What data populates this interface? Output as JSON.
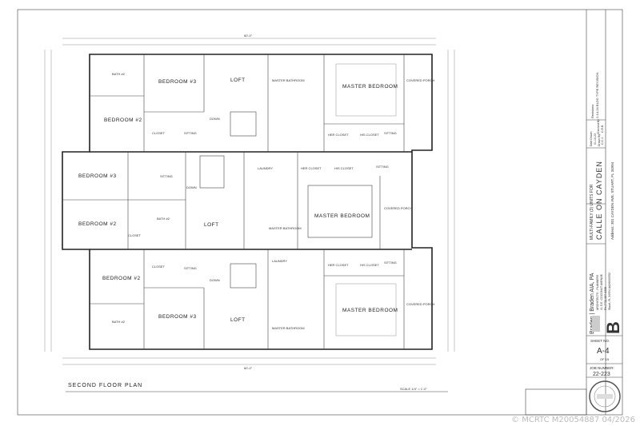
{
  "drawing": {
    "title": "SECOND FLOOR PLAN",
    "scale": "SCALE 1/4\" = 1'-0\"",
    "overall_dimension": "60'-0\""
  },
  "rooms": {
    "bedroom3": "BEDROOM #3",
    "bedroom2": "BEDROOM #2",
    "loft": "LOFT",
    "master_bedroom": "MASTER BEDROOM",
    "master_bathroom": "MASTER BATHROOM",
    "covered_porch": "COVERED PORCH",
    "bath2": "BATH #2",
    "closet": "CLOSET",
    "sitting": "SITTING",
    "laundry": "LAUNDRY",
    "her_closet": "HER CLOSET",
    "his_closet": "HIS CLOSET",
    "down": "DOWN"
  },
  "title_block": {
    "revisions_label": "Revisions",
    "revision_1": "2-14-24 BLDG TYPE REVISION",
    "date_drawn_label": "Date Drawn",
    "date_drawn": "01-10-23",
    "drawn_by_label": "Drawn By",
    "drawn_by": "C.C.J.",
    "checked_by_label": "Checked By",
    "checked_by": "C.R.B.",
    "project_line1": "MULTI-FAMILY (3) UNITS FOR",
    "project_name": "CALLE ON CAYDEN",
    "address": "Address: 301 CAYDEN AVE, STUART, FL 34994",
    "firm_name": "Braden | Braden AIA, PA",
    "firm_sub": "ARCHITECTS - PLANNERS",
    "firm_address": "41 S.E. COCONUT AVENUE",
    "firm_phone": "Ph (772) 287-6335",
    "firm_city": "Stuart, FL 34994  AA26000952",
    "logo_letter": "B",
    "sheet_no_label": "SHEET NO.",
    "sheet_no": "A-4",
    "sheet_of": "OF 15",
    "job_number_label": "JOB NUMBER:",
    "job_number": "22-223"
  },
  "watermark": "© MCRTC M20054887 04/2026"
}
